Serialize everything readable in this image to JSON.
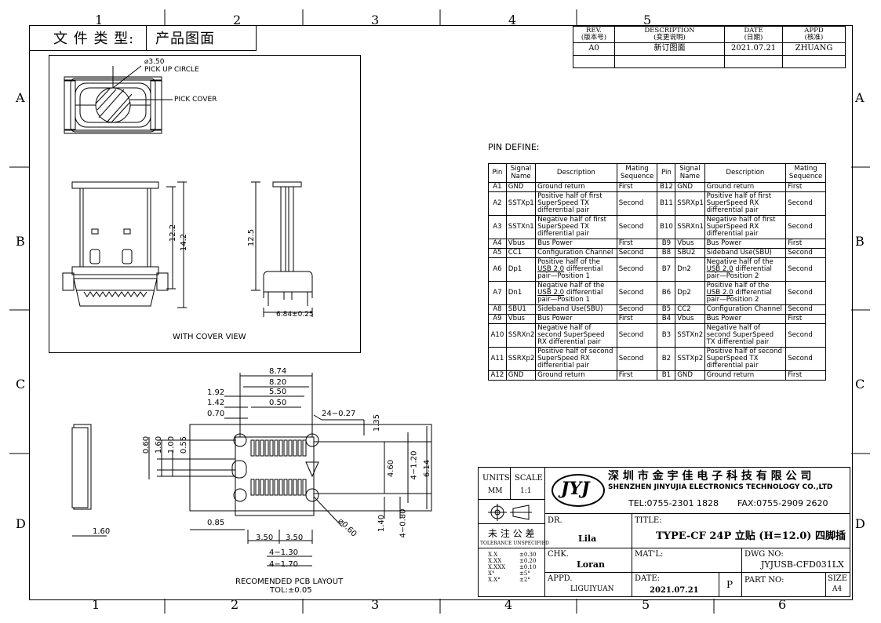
{
  "header": {
    "doc_type_label": "文 件 类 型:",
    "doc_type_value": "产品图面"
  },
  "zones": {
    "top": [
      "1",
      "2",
      "3",
      "4",
      "5"
    ],
    "bottom": [
      "1",
      "2",
      "3",
      "4",
      "5",
      "6"
    ],
    "left": [
      "A",
      "B",
      "C",
      "D"
    ],
    "right": [
      "A",
      "B",
      "C",
      "D"
    ]
  },
  "revision": {
    "headers": [
      [
        "REV.",
        "(版本号)"
      ],
      [
        "DESCRIPTION",
        "(变更说明)"
      ],
      [
        "DATE",
        "(日期)"
      ],
      [
        "APPD",
        "(核准)"
      ]
    ],
    "rows": [
      [
        "A0",
        "新订图面",
        "2021.07.21",
        "ZHUANG"
      ]
    ]
  },
  "top_view": {
    "dim_label": "⌀3.50",
    "pick_up": "PICK UP CIRCLE",
    "pick_cover": "PICK COVER",
    "caption": "WITH COVER VIEW"
  },
  "side_view": {
    "dim_122": "12.2",
    "dim_142": "14.2",
    "dim_125": "12.5",
    "dim_684": "6.84±0.25"
  },
  "pcb": {
    "dims_top": [
      "8.74",
      "8.20",
      "5.50",
      "0.50",
      "1.92",
      "1.42",
      "0.70",
      "24−0.27",
      "1.35"
    ],
    "dims_left": [
      "0.60",
      "1.60",
      "1.00",
      "0.55"
    ],
    "dims_right": [
      "4.60",
      "4−1.20",
      "6.14"
    ],
    "dims_bottom": [
      "0.85",
      "3.50",
      "3.50",
      "4−1.30",
      "4−1.70",
      "1.40",
      "4−0.80",
      "⌀0.60"
    ],
    "side_dim": "1.60",
    "caption1": "RECOMENDED PCB LAYOUT",
    "caption2": "TOL:±0.05"
  },
  "pin_define": {
    "title": "PIN DEFINE:",
    "headers": [
      [
        "Pin"
      ],
      [
        "Signal",
        "Name"
      ],
      [
        "Description"
      ],
      [
        "Mating",
        "Sequence"
      ],
      [
        "Pin"
      ],
      [
        "Signal",
        "Name"
      ],
      [
        "Description"
      ],
      [
        "Mating",
        "Sequence"
      ]
    ],
    "rows": [
      [
        "A1",
        "GND",
        "Ground return",
        "First",
        "B12",
        "GND",
        "Ground return",
        "First"
      ],
      [
        "A2",
        "SSTXp1",
        "Positive half of first SuperSpeed TX differential pair",
        "Second",
        "B11",
        "SSRXp1",
        "Positive half of first SuperSpeed RX differential pair",
        "Second"
      ],
      [
        "A3",
        "SSTXn1",
        "Negative half of first SuperSpeed TX differential pair",
        "Second",
        "B10",
        "SSRXn1",
        "Negative half of first SuperSpeed RX differential pair",
        "Second"
      ],
      [
        "A4",
        "Vbus",
        "Bus Power",
        "First",
        "B9",
        "Vbus",
        "Bus Power",
        "First"
      ],
      [
        "A5",
        "CC1",
        "Configuration Channel",
        "Second",
        "B8",
        "SBU2",
        "Sideband Use(SBU)",
        "Second"
      ],
      [
        "A6",
        "Dp1",
        "Positive half of the USB 2.0 differential pair—Position 1",
        "Second",
        "B7",
        "Dn2",
        "Negative half of the USB 2.0 differential pair—Position 2",
        "Second"
      ],
      [
        "A7",
        "Dn1",
        "Negative half of the USB 2.0 differential pair—Position 1",
        "Second",
        "B6",
        "Dp2",
        "Positive half of the USB 2.0 differential pair—Position 2",
        "Second"
      ],
      [
        "A8",
        "SBU1",
        "Sideband Use(SBU)",
        "Second",
        "B5",
        "CC2",
        "Configuration Channel",
        "Second"
      ],
      [
        "A9",
        "Vbus",
        "Bus Power",
        "First",
        "B4",
        "Vbus",
        "Bus Power",
        "First"
      ],
      [
        "A10",
        "SSRXn2",
        "Negative half of second SuperSpeed RX differential pair",
        "Second",
        "B3",
        "SSTXn2",
        "Negative half of second SuperSpeed TX differential pair",
        "Second"
      ],
      [
        "A11",
        "SSRXp2",
        "Positive half of second SuperSpeed RX differential pair",
        "Second",
        "B2",
        "SSTXp2",
        "Positive half of second SuperSpeed TX differential pair",
        "Second"
      ],
      [
        "A12",
        "GND",
        "Ground return",
        "First",
        "B1",
        "GND",
        "Ground return",
        "First"
      ]
    ]
  },
  "title_block": {
    "units_label": "UNITS",
    "units_value": "MM",
    "scale_label": "SCALE",
    "scale_value": "1:1",
    "logo": "JYJ",
    "company_cn": "深 圳 市 金 宇 佳 电 子 科 技 有 限 公 司",
    "company_en": "SHENZHEN JINYUJIA ELECTRONICS TECHNOLOGY CO.,LTD",
    "tel": "TEL:0755-2301 1828",
    "fax": "FAX:0755-2909 2620",
    "tol_cn": "未 注 公 差",
    "tol_en": "TOLERANCE UNSPECIFIED",
    "tolerances": [
      [
        "X.X",
        "±0.30"
      ],
      [
        "X.XX",
        "±0.20"
      ],
      [
        "X.XXX",
        "±0.10"
      ],
      [
        "X°",
        "±5°"
      ],
      [
        "X.X°",
        "±2°"
      ]
    ],
    "dr_label": "DR.",
    "dr_value": "Lila",
    "chk_label": "CHK.",
    "chk_value": "Loran",
    "appd_label": "APPD.",
    "appd_value": "LIGUIYUAN",
    "title_label": "TITLE:",
    "title_value": "TYPE-CF 24P 立贴 (H=12.0) 四脚插",
    "matl_label": "MAT'L:",
    "dwg_label": "DWG NO:",
    "dwg_value": "JYJUSB-CFD031LX",
    "date_label": "DATE:",
    "date_value": "2021.07.21",
    "p_label": "P",
    "part_label": "PART NO:",
    "size_label": "SIZE",
    "size_value": "A4"
  }
}
